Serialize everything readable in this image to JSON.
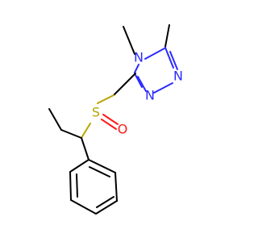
{
  "molecule": {
    "atoms": {
      "n1": "N",
      "n2": "N",
      "n3": "N",
      "s": "S",
      "o": "O"
    },
    "colors": {
      "carbon_bond": "#000000",
      "nitrogen": "#2b2bff",
      "sulfur": "#b8a400",
      "oxygen": "#ff1a1a"
    }
  }
}
